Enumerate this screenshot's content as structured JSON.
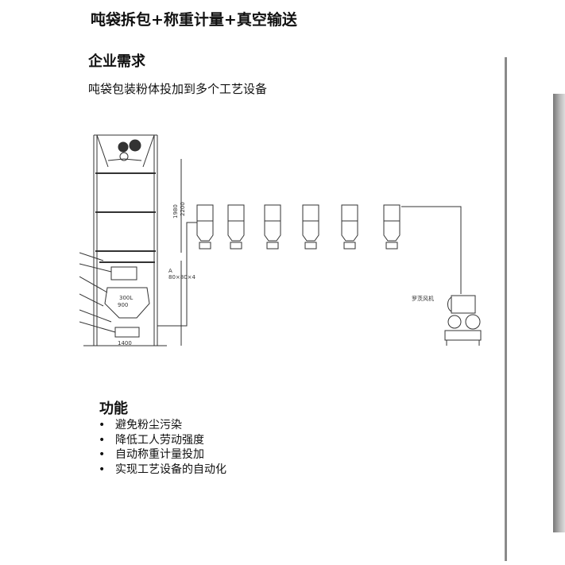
{
  "title": "吨袋拆包+称重计量+真空输送",
  "requirement": {
    "heading": "企业需求",
    "text": "吨袋包装粉体投加到多个工艺设备"
  },
  "drawing": {
    "dims": [
      "1980",
      "2200",
      "300L",
      "900",
      "1400",
      "80×80×4",
      "A"
    ],
    "blower_label": "罗茨风机"
  },
  "functions": {
    "heading": "功能",
    "items": [
      "避免粉尘污染",
      "降低工人劳动强度",
      "自动称重计量投加",
      "实现工艺设备的自动化"
    ]
  }
}
